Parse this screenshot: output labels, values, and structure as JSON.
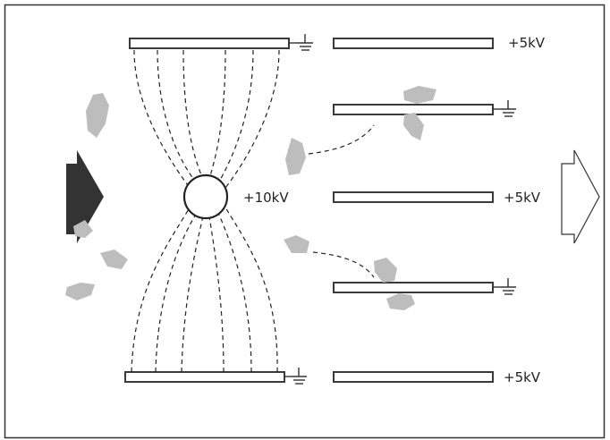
{
  "labels": {
    "wire_voltage": "+10kV",
    "plate_top": "+5kV",
    "plate_middle": "+5kV",
    "plate_bottom": "+5kV"
  },
  "colors": {
    "frame": "#333333",
    "plate": "#3a3a3a",
    "field_line": "#222222",
    "particle": "#bdbdbd",
    "arrow_in": "#333333",
    "arrow_out": "#ffffff"
  }
}
